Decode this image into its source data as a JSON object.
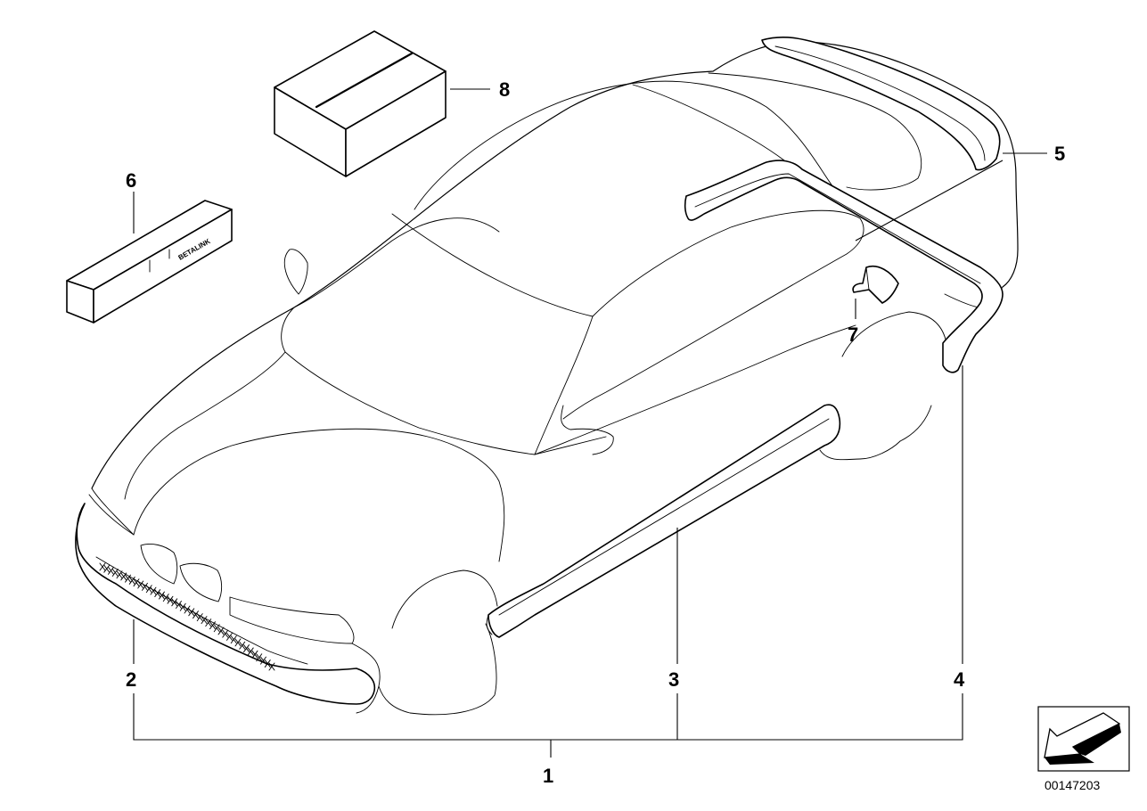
{
  "diagram": {
    "callouts": [
      {
        "id": "1",
        "label": "1"
      },
      {
        "id": "2",
        "label": "2"
      },
      {
        "id": "3",
        "label": "3"
      },
      {
        "id": "4",
        "label": "4"
      },
      {
        "id": "5",
        "label": "5"
      },
      {
        "id": "6",
        "label": "6"
      },
      {
        "id": "7",
        "label": "7"
      },
      {
        "id": "8",
        "label": "8"
      }
    ],
    "package_text": "BETALINK",
    "image_number": "00147203",
    "icons": {
      "direction_arrow": "arrow-down-left-icon"
    }
  }
}
